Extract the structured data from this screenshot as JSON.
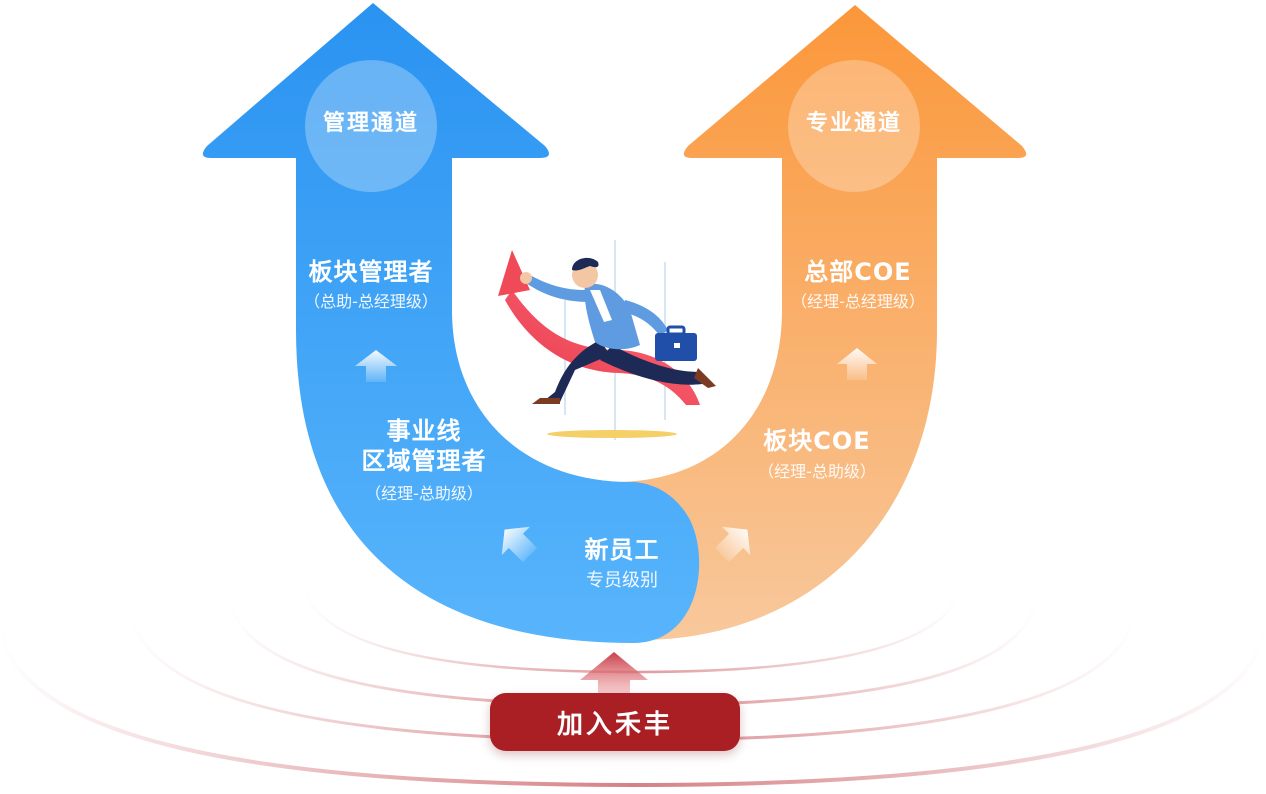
{
  "colors": {
    "blue_top": "#2f97f2",
    "blue_bottom": "#56b3fb",
    "orange_top": "#fb9a3e",
    "orange_bottom": "#f9c495",
    "ring": "#c8565c",
    "button": "#a91f24"
  },
  "management_track": {
    "badge": "管理通道",
    "levels": [
      {
        "title": "板块管理者",
        "detail": "（总助-总经理级）"
      },
      {
        "title": "事业线\n区域管理者",
        "detail": "（经理-总助级）"
      }
    ]
  },
  "professional_track": {
    "badge": "专业通道",
    "levels": [
      {
        "title": "总部COE",
        "detail": "（经理-总经理级）"
      },
      {
        "title": "板块COE",
        "detail": "（经理-总助级）"
      }
    ]
  },
  "start": {
    "title": "新员工",
    "detail": "专员级别"
  },
  "join_button": "加入禾丰",
  "icons": [
    "up-arrow-icon",
    "businessman-running-illustration"
  ]
}
